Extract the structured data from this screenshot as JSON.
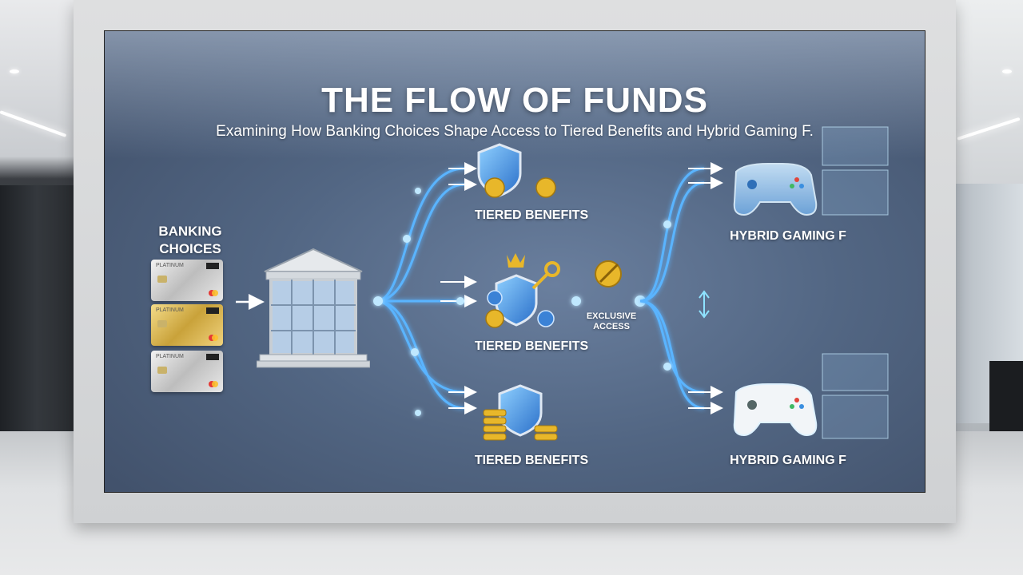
{
  "title": "THE FLOW OF FUNDS",
  "subtitle": "Examining How Banking Choices Shape Access to Tiered Benefits and Hybrid Gaming F.",
  "banking_choices": {
    "label_line1": "BANKING",
    "label_line2": "CHOICES",
    "cards": [
      {
        "name": "PLATINUM",
        "finish": "silver"
      },
      {
        "name": "PLATINUM",
        "finish": "gold"
      },
      {
        "name": "PLATINUM",
        "finish": "silver"
      }
    ]
  },
  "tiered_benefits": [
    {
      "label": "TIERED BENEFITS"
    },
    {
      "label": "TIERED BENEFITS"
    },
    {
      "label": "TIERED BENEFITS"
    }
  ],
  "exclusive_access": {
    "line1": "EXCLUSIVE",
    "line2": "ACCESS"
  },
  "hybrid_gaming": [
    {
      "label": "HYBRID GAMING F"
    },
    {
      "label": "HYBRID GAMING F"
    }
  ],
  "colors": {
    "glow": "#7fd0ff",
    "flow_line": "#4aa8ff",
    "arrow": "#ffffff",
    "coin": "#e8b72a",
    "shield": "#3b82d6"
  }
}
